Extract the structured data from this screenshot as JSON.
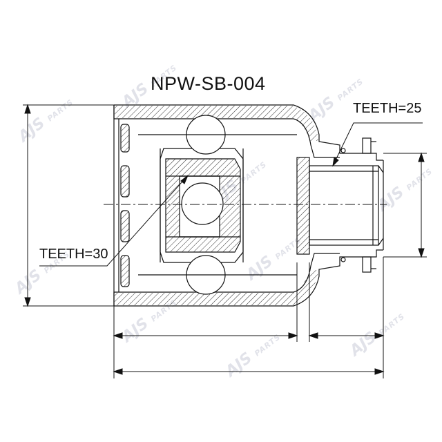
{
  "title": "NPW-SB-004",
  "labels": {
    "teeth_outer": "TEETH=25",
    "teeth_inner": "TEETH=30"
  },
  "watermark": {
    "brand": "AJS",
    "suffix": "PARTS"
  },
  "colors": {
    "line": "#111111",
    "watermark": "#c9ccd8",
    "background": "#ffffff"
  }
}
